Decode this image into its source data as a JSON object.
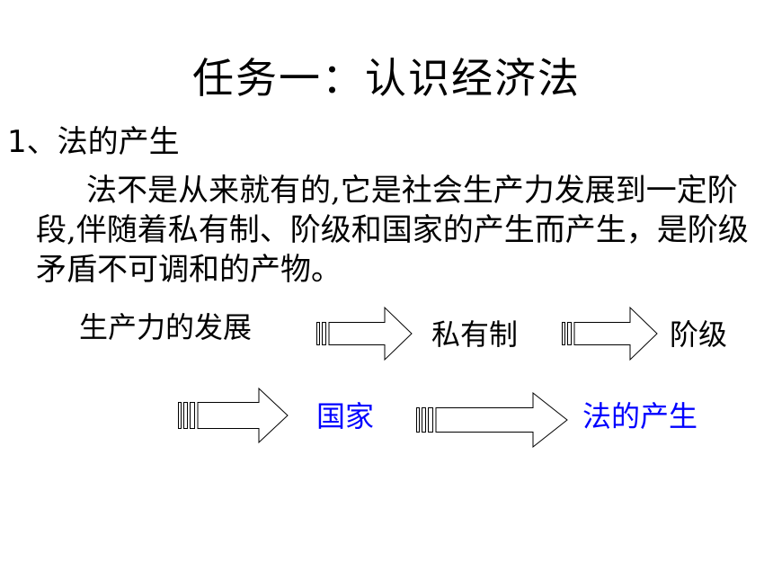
{
  "slide": {
    "title": "任务一：认识经济法",
    "section_heading": "1、法的产生",
    "paragraph": "法不是从来就有的,它是社会生产力发展到一定阶段,伴随着私有制、阶级和国家的产生而产生，是阶级矛盾不可调和的产物。"
  },
  "flow": {
    "step1": "生产力的发展",
    "step2": "私有制",
    "step3": "阶级",
    "step4": "国家",
    "step5": "法的产生",
    "arrow_icon": "striped-right-arrow",
    "highlight_color": "#0000ff",
    "text_color": "#000000"
  }
}
